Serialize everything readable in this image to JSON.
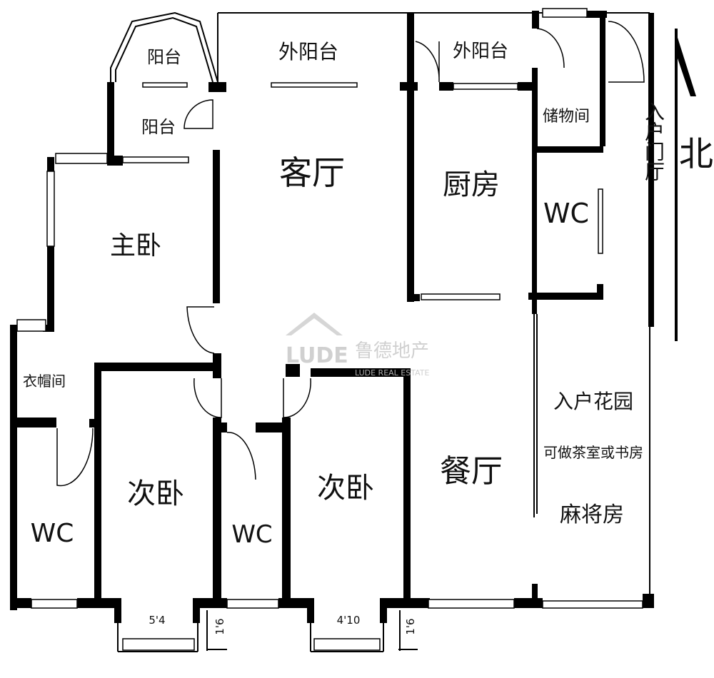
{
  "rooms": {
    "balcony_top_left": "阳台",
    "balcony_left": "阳台",
    "outer_balcony_1": "外阳台",
    "outer_balcony_2": "外阳台",
    "living_room": "客厅",
    "kitchen": "厨房",
    "storage": "储物间",
    "entry_hall": "入户门厅",
    "wc_top": "WC",
    "master_bedroom": "主卧",
    "cloakroom": "衣帽间",
    "wc_left": "WC",
    "second_bedroom_1": "次卧",
    "wc_middle": "WC",
    "second_bedroom_2": "次卧",
    "dining_room": "餐厅",
    "entry_garden": "入户花园",
    "garden_note": "可做茶室或书房",
    "mahjong_room": "麻将房"
  },
  "compass": {
    "label": "北"
  },
  "dimensions": {
    "bay_1": "5'4",
    "bay_2": "4'10",
    "offset_1": "1'6",
    "offset_2": "1'6"
  },
  "watermark": {
    "brand": "鲁德地产",
    "sub": "LUDE REAL ESTATE",
    "logo_text": "LUDE"
  }
}
